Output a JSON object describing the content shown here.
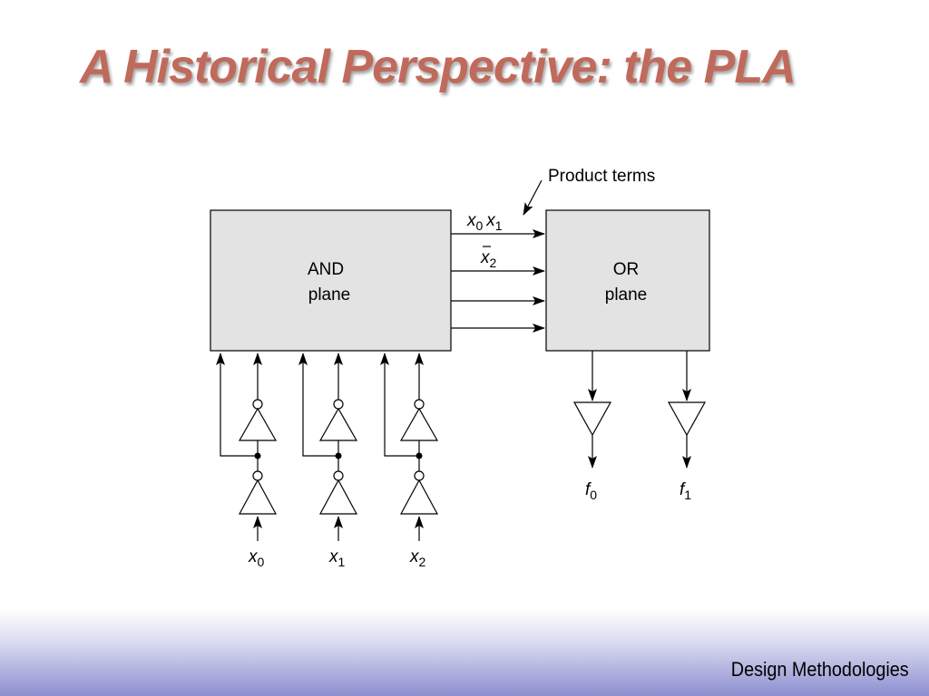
{
  "slide": {
    "title": "A Historical Perspective: the PLA",
    "footer": "Design Methodologies",
    "title_color": "#c06a5c",
    "plane_fill": "#e3e3e3"
  },
  "diagram": {
    "product_terms_label": "Product terms",
    "and_plane": {
      "line1": "AND",
      "line2": "plane"
    },
    "or_plane": {
      "line1": "OR",
      "line2": "plane"
    },
    "term0": {
      "a_var": "x",
      "a_sub": "0",
      "b_var": "x",
      "b_sub": "1"
    },
    "term1": {
      "var": "x",
      "sub": "2"
    },
    "inputs": [
      {
        "var": "x",
        "sub": "0"
      },
      {
        "var": "x",
        "sub": "1"
      },
      {
        "var": "x",
        "sub": "2"
      }
    ],
    "outputs": [
      {
        "var": "f",
        "sub": "0"
      },
      {
        "var": "f",
        "sub": "1"
      }
    ]
  }
}
